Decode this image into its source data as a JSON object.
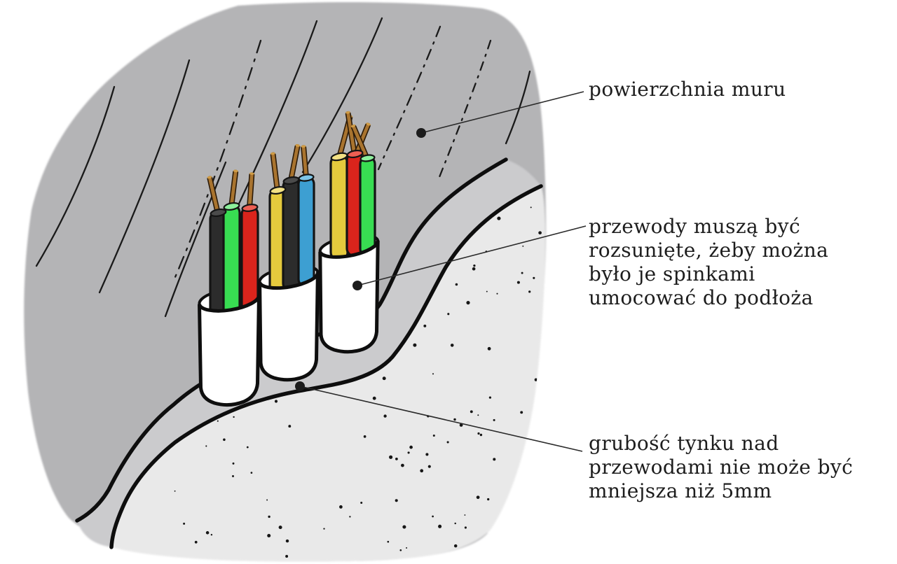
{
  "diagram": {
    "labels": {
      "wall_surface": "powierzchnia muru",
      "cables_note": "przewody muszą być\nrozsunięte, żeby można\nbyło je spinkami\numocować do podłoża",
      "plaster_note": "grubość tynku nad\nprzewodami nie może być\nmniejsza niż 5mm"
    },
    "colors": {
      "wall": "#b4b4b6",
      "plaster_band": "#cbcbcd",
      "plaster_finish": "#e9e9e9",
      "speckle": "#161616",
      "sheath": "#ffffff",
      "outline": "#0e0e0e",
      "hatch": "#1a1a1a",
      "leader": "#2a2a2a",
      "callout_dot": "#1c1c1c",
      "copper": "#a9742f",
      "copper_tip": "#cf9b45",
      "wire_black": "#2c2c2c",
      "wire_green": "#38dd52",
      "wire_red": "#da241c",
      "wire_yellow": "#e5ca3d",
      "wire_blue": "#3d9fd2",
      "cap_black": "#4b4b4b",
      "cap_green": "#8df09c",
      "cap_red": "#ee5f53",
      "cap_yellow": "#f2e084",
      "cap_blue": "#7ec6e8"
    },
    "cables": [
      {
        "id": "cable-1",
        "wires": [
          "black",
          "green",
          "red"
        ]
      },
      {
        "id": "cable-2",
        "wires": [
          "yellow",
          "black",
          "blue"
        ]
      },
      {
        "id": "cable-3",
        "wires": [
          "yellow",
          "red",
          "green"
        ]
      }
    ]
  }
}
